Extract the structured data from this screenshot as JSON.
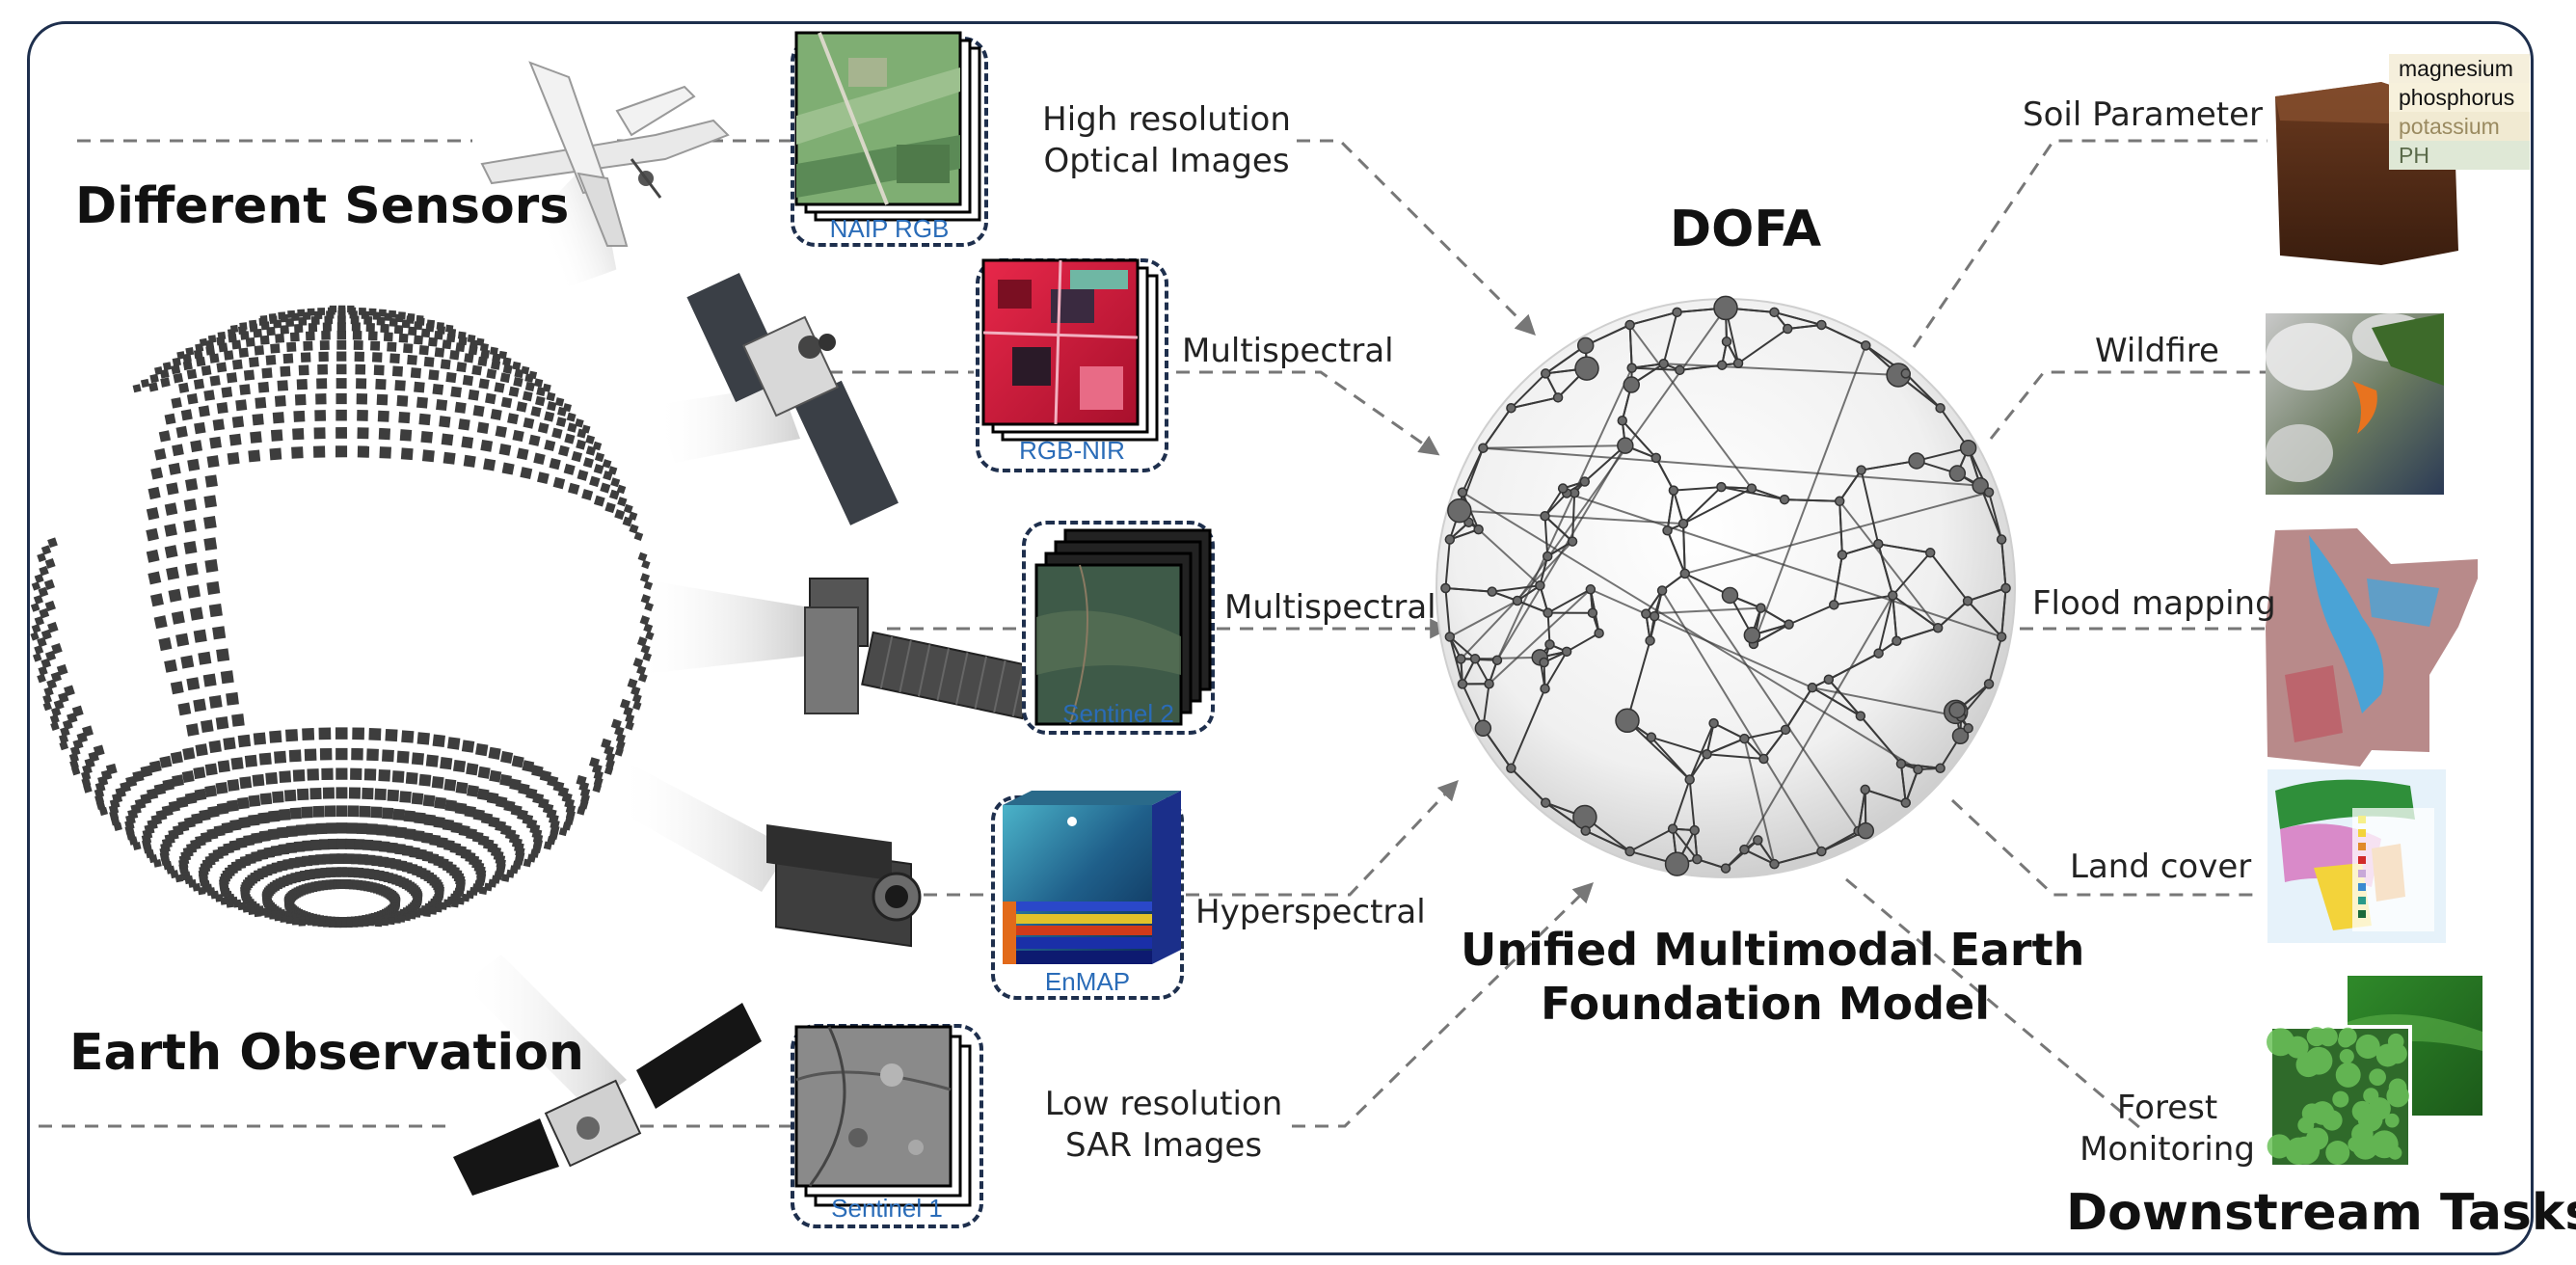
{
  "headings": {
    "different_sensors": "Different Sensors",
    "earth_observation": "Earth Observation",
    "dofa": "DOFA",
    "unified_line1": "Unified Multimodal Earth",
    "unified_line2": "Foundation Model",
    "downstream_tasks": "Downstream Tasks"
  },
  "sensor_links": [
    {
      "line1": "High resolution",
      "line2": "Optical Images",
      "caption": "NAIP RGB",
      "platform_icon": "airplane-icon"
    },
    {
      "line1": "Multispectral",
      "caption": "RGB-NIR",
      "platform_icon": "satellite-icon"
    },
    {
      "line1": "Multispectral",
      "caption": "Sentinel 2",
      "platform_icon": "satellite-icon"
    },
    {
      "line1": "Hyperspectral",
      "caption": "EnMAP",
      "platform_icon": "satellite-icon"
    },
    {
      "line1": "Low resolution",
      "line2": "SAR Images",
      "caption": "Sentinel 1",
      "platform_icon": "satellite-icon"
    }
  ],
  "tasks": [
    {
      "label": "Soil Parameter"
    },
    {
      "label": "Wildfire"
    },
    {
      "label": "Flood mapping"
    },
    {
      "label": "Land cover"
    },
    {
      "label_line1": "Forest",
      "label_line2": "Monitoring"
    }
  ],
  "soil_legend": [
    "magnesium",
    "phosphorus",
    "potassium",
    "PH"
  ],
  "colors": {
    "frame": "#1e2f4d",
    "caption": "#2a6cb8",
    "dashed_line": "#777777",
    "nir_red": "#d0183a",
    "flood_blue": "#4aa3d6"
  }
}
